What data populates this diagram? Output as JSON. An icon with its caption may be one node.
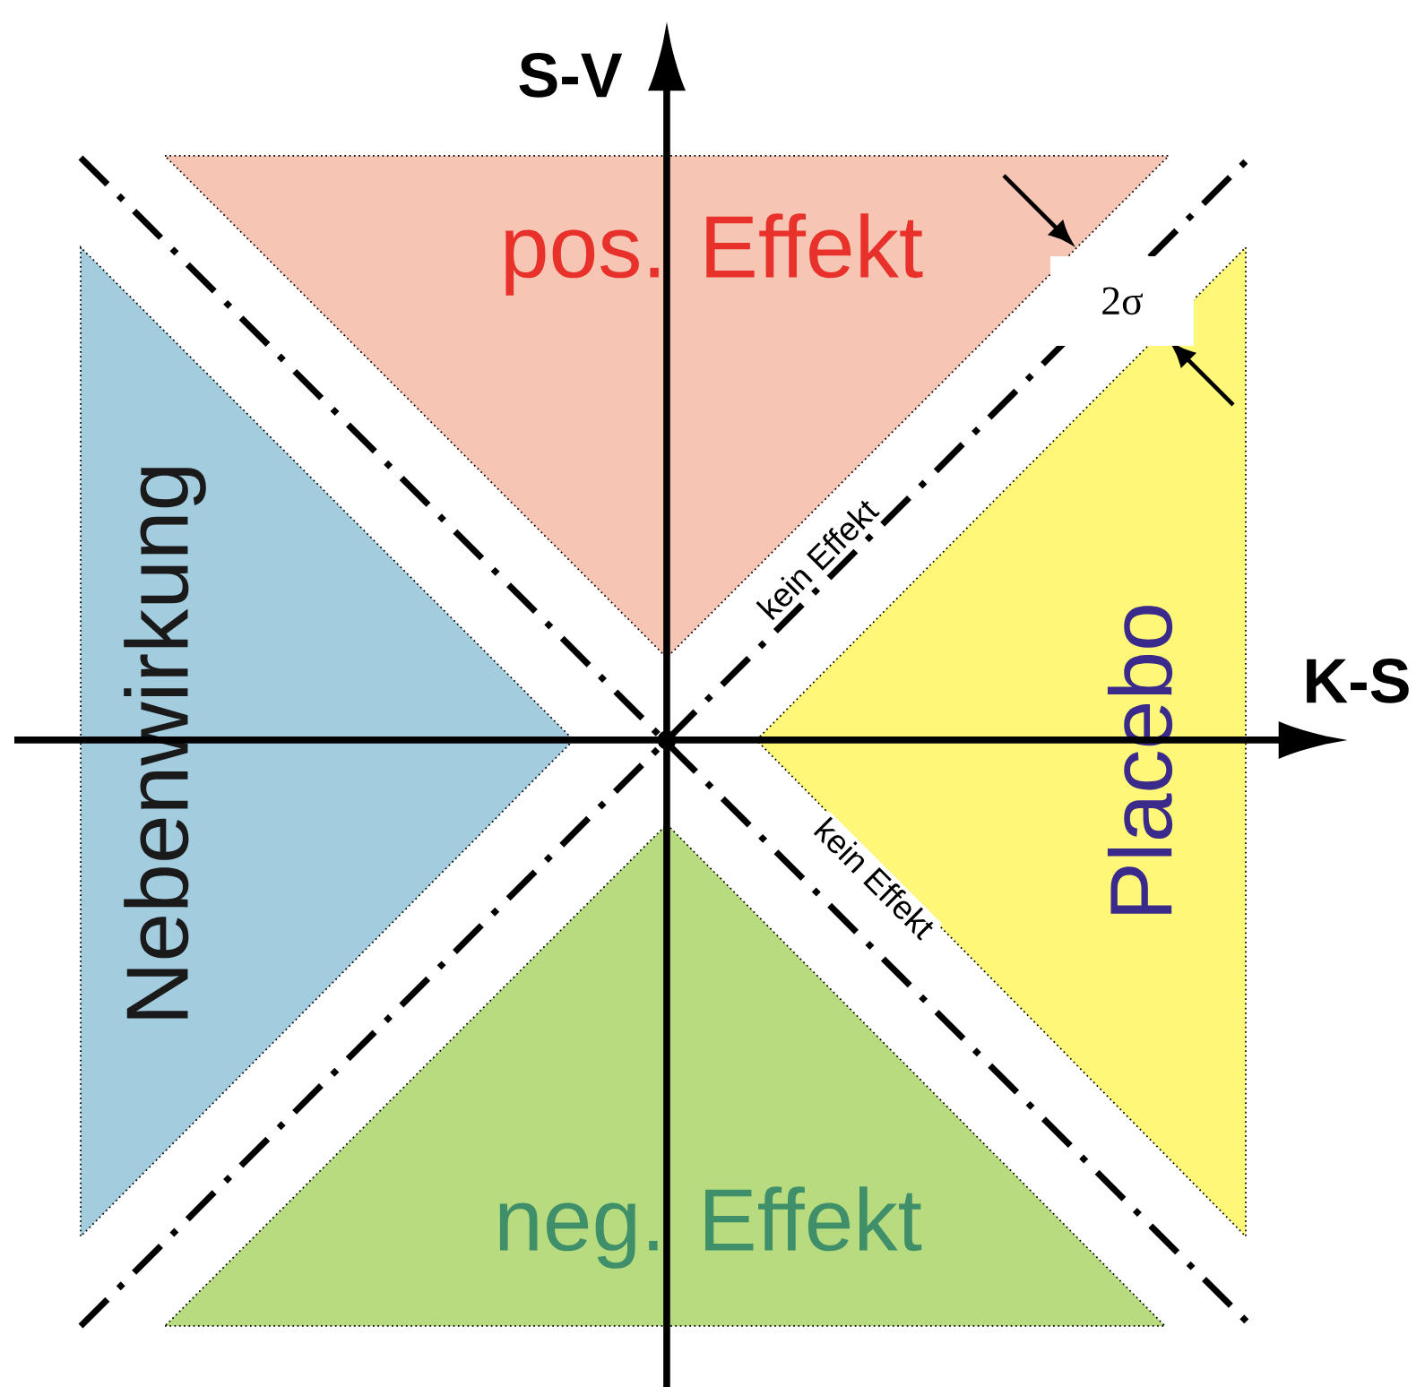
{
  "diagram": {
    "nodes": [
      {
        "text": [
          "pos. Effekt"
        ]
      },
      {
        "text": [
          "Nebenwirkung"
        ]
      },
      {
        "text": [
          "Placebo"
        ]
      },
      {
        "text": [
          "neg. Effekt"
        ]
      }
    ],
    "labels": [
      "S-V",
      "K-S",
      "2σ",
      "kein Effekt",
      "kein Effekt"
    ]
  }
}
